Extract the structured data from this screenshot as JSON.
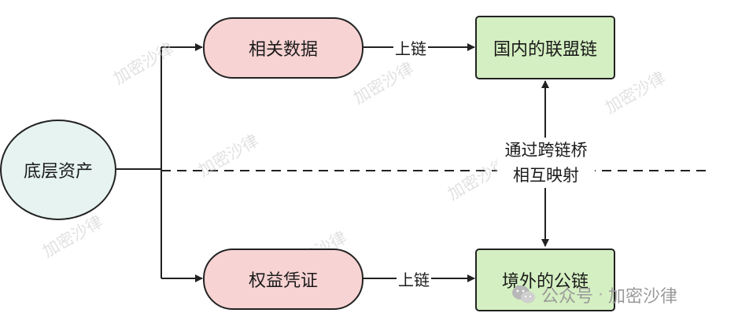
{
  "nodes": {
    "underlying_assets": "底层资产",
    "related_data": "相关数据",
    "equity_certificate": "权益凭证",
    "domestic_consortium_chain": "国内的联盟链",
    "overseas_public_chain": "境外的公链"
  },
  "edges": {
    "onchain_top": "上链",
    "onchain_bottom": "上链",
    "bridge_line1": "通过跨链桥",
    "bridge_line2": "相互映射"
  },
  "watermark": "加密沙律",
  "footer": {
    "account_type": "公众号",
    "separator": "·",
    "account_name": "加密沙律"
  }
}
